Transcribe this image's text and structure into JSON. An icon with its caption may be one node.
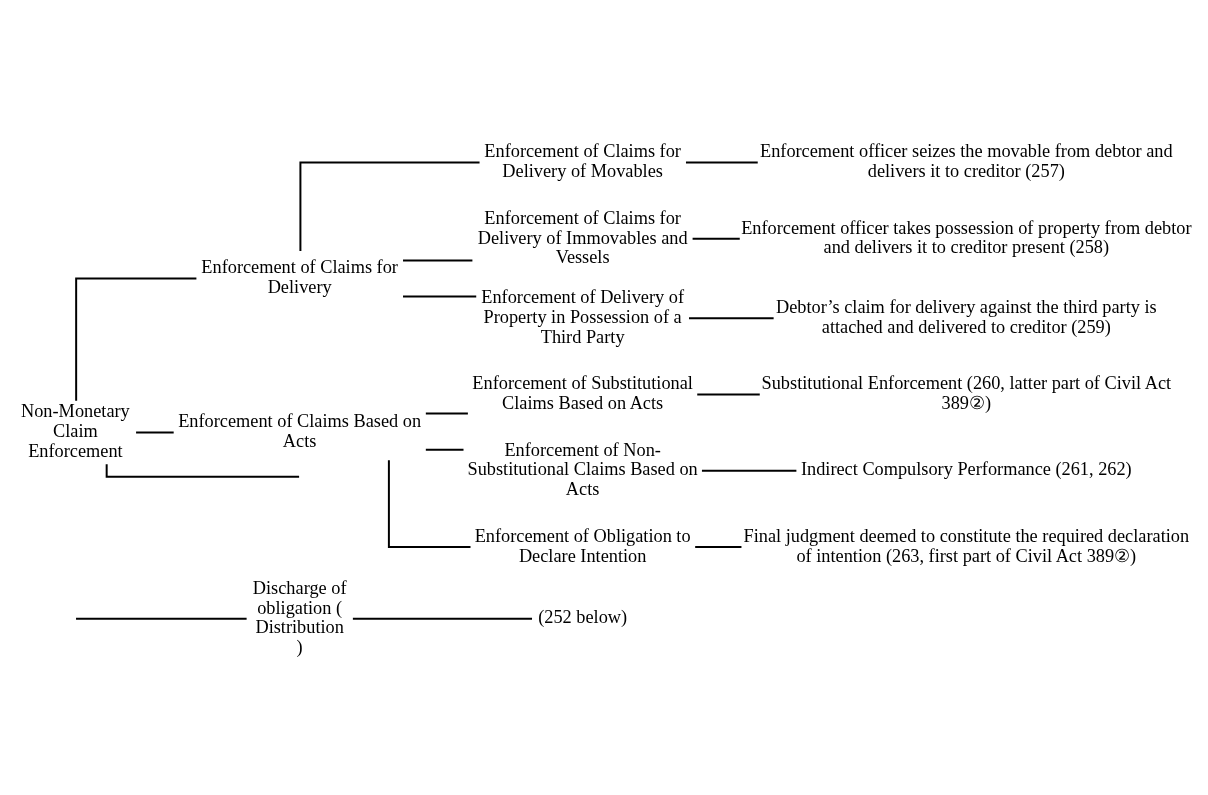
{
  "diagram": {
    "nodes": [
      {
        "text": [
          "Discharge of obligation (Distribution)"
        ]
      },
      {
        "text": [
          "(252 below)"
        ]
      },
      {
        "text": [
          "Non-Monetary Claim Enforcement"
        ]
      },
      {
        "text": [
          "Enforcement of Claims for Delivery"
        ]
      },
      {
        "text": [
          "Enforcement of Claims for Delivery of Movables"
        ]
      },
      {
        "text": [
          "Enforcement officer seizes the movable from debtor and delivers it to creditor (257)"
        ]
      },
      {
        "text": [
          "Enforcement of Claims for Delivery of Immovables and Vessels"
        ]
      },
      {
        "text": [
          "Enforcement officer takes possession of property from debtor and delivers it to creditor present (258)"
        ]
      },
      {
        "text": [
          "Enforcement of Delivery of Property in Possession of a Third Party"
        ]
      },
      {
        "text": [
          "Debtor’s claim for delivery against the third party is attached and delivered to creditor (259)"
        ]
      },
      {
        "text": [
          "Enforcement of Claims Based on Acts"
        ]
      },
      {
        "text": [
          "Enforcement of Substitutional Claims Based on Acts"
        ]
      },
      {
        "text": [
          "Substitutional Enforcement (260, latter part of Civil Act 389②)"
        ]
      },
      {
        "text": [
          "Enforcement of Non-Substitutional Claims Based on Acts"
        ]
      },
      {
        "text": [
          "Indirect Compulsory Performance (261, 262)"
        ]
      },
      {
        "text": [
          "Enforcement of Obligation to Declare Intention"
        ]
      },
      {
        "text": [
          "Final judgment deemed to constitute the required declaration of intention (263, first part of Civil Act 389②)"
        ]
      }
    ],
    "edges": [
      {
        "from": null,
        "to": 0,
        "arrow": "none"
      },
      {
        "from": 0,
        "to": 1,
        "arrow": "none"
      },
      {
        "from": 2,
        "to": 3,
        "arrow": "none"
      },
      {
        "from": 2,
        "to": 10,
        "arrow": "none"
      },
      {
        "from": 2,
        "to": null,
        "arrow": "none"
      },
      {
        "from": 3,
        "to": 4,
        "arrow": "none"
      },
      {
        "from": 3,
        "to": 6,
        "arrow": "none"
      },
      {
        "from": 3,
        "to": 8,
        "arrow": "none"
      },
      {
        "from": 4,
        "to": 5,
        "arrow": "none"
      },
      {
        "from": 6,
        "to": 7,
        "arrow": "none"
      },
      {
        "from": 8,
        "to": 9,
        "arrow": "none"
      },
      {
        "from": 10,
        "to": 11,
        "arrow": "none"
      },
      {
        "from": 10,
        "to": 13,
        "arrow": "none"
      },
      {
        "from": 10,
        "to": 15,
        "arrow": "none"
      },
      {
        "from": 11,
        "to": 12,
        "arrow": "none"
      },
      {
        "from": 13,
        "to": 14,
        "arrow": "none"
      },
      {
        "from": 15,
        "to": 16,
        "arrow": "none"
      }
    ]
  }
}
